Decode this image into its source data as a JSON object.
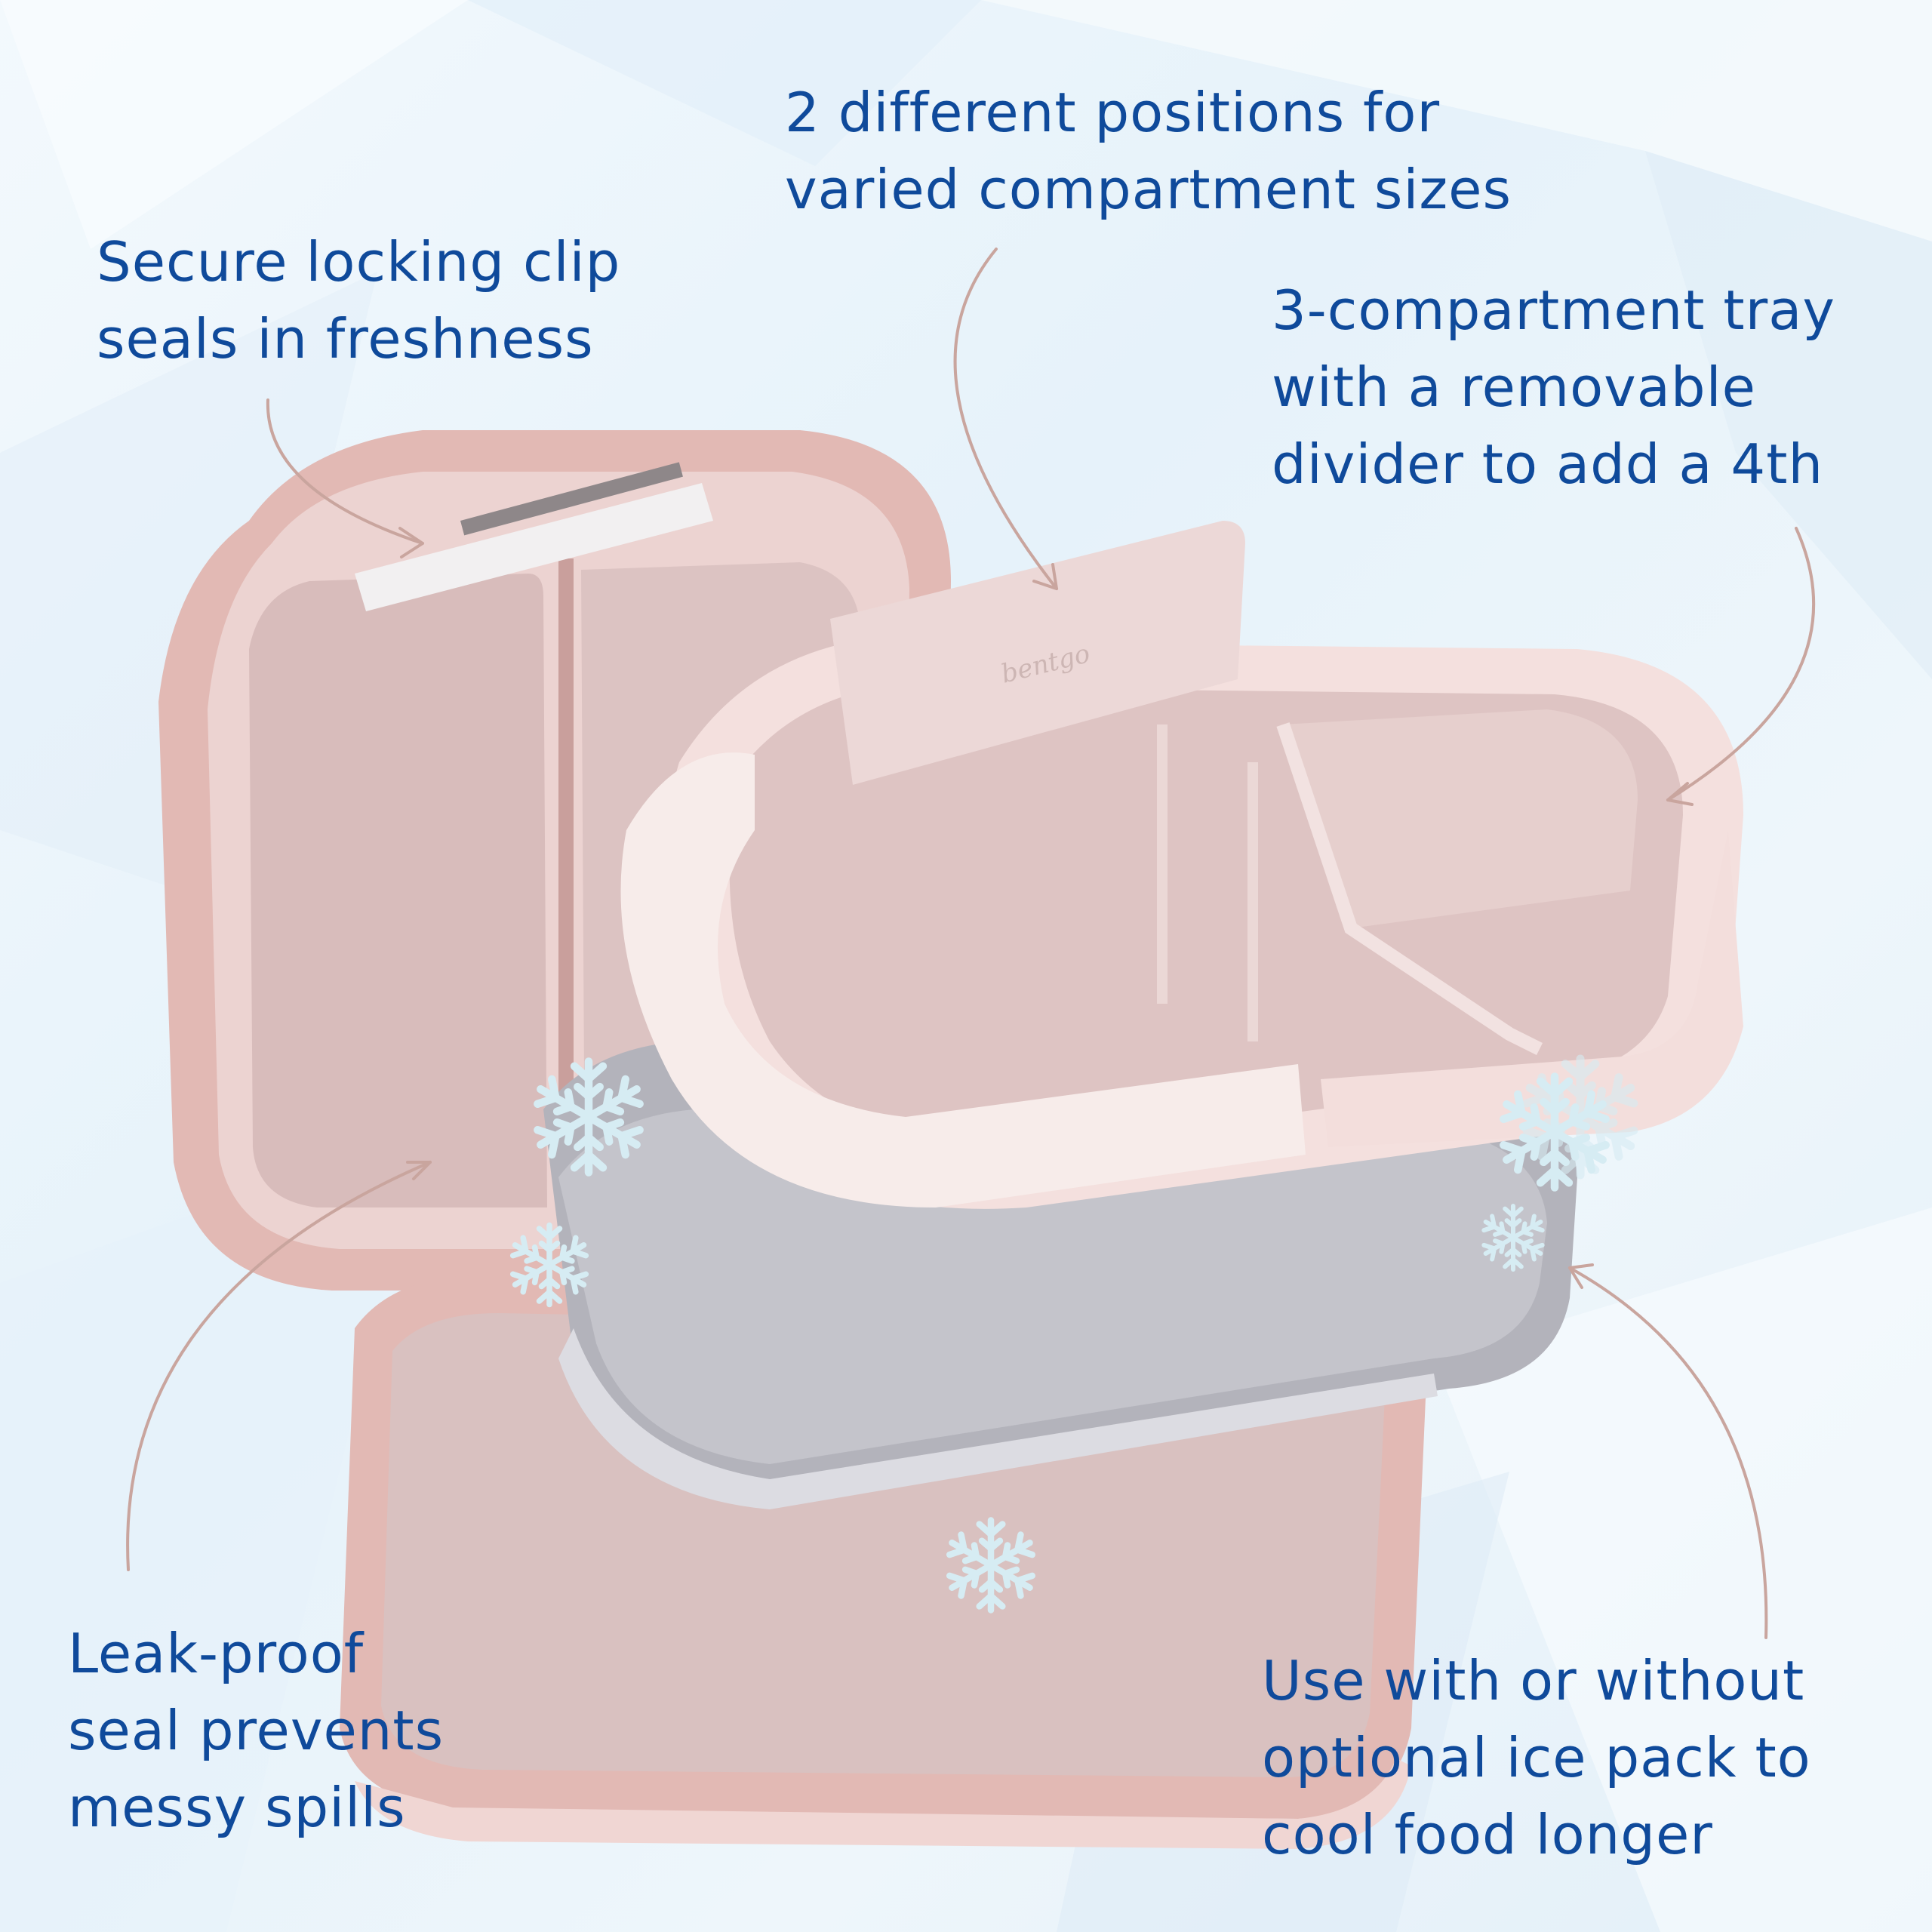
{
  "colors": {
    "text": "#0f4a9b",
    "arrow": "#c9a59e",
    "shell_pink": "#e2b9b4",
    "tray_pink": "#f1d9d8",
    "ice_pack_gray": "#b3b3bb",
    "snowflake": "#d6ecf3",
    "background": "#eaf4fb"
  },
  "callouts": {
    "clip": {
      "lines": [
        "Secure locking clip",
        "seals in freshness"
      ]
    },
    "positions": {
      "lines": [
        "2 different positions for",
        "varied compartment sizes"
      ]
    },
    "tray": {
      "lines": [
        "3-compartment tray",
        "with a removable",
        "divider to add a 4th"
      ]
    },
    "leak": {
      "lines": [
        "Leak-proof",
        "seal prevents",
        "messy spills"
      ]
    },
    "ice": {
      "lines": [
        "Use with or without",
        "optional ice pack to",
        "cool food longer"
      ]
    }
  },
  "product": {
    "brand_mark": "bentgo"
  },
  "icons": [
    "snowflake-icon",
    "curved-arrow-icon"
  ]
}
